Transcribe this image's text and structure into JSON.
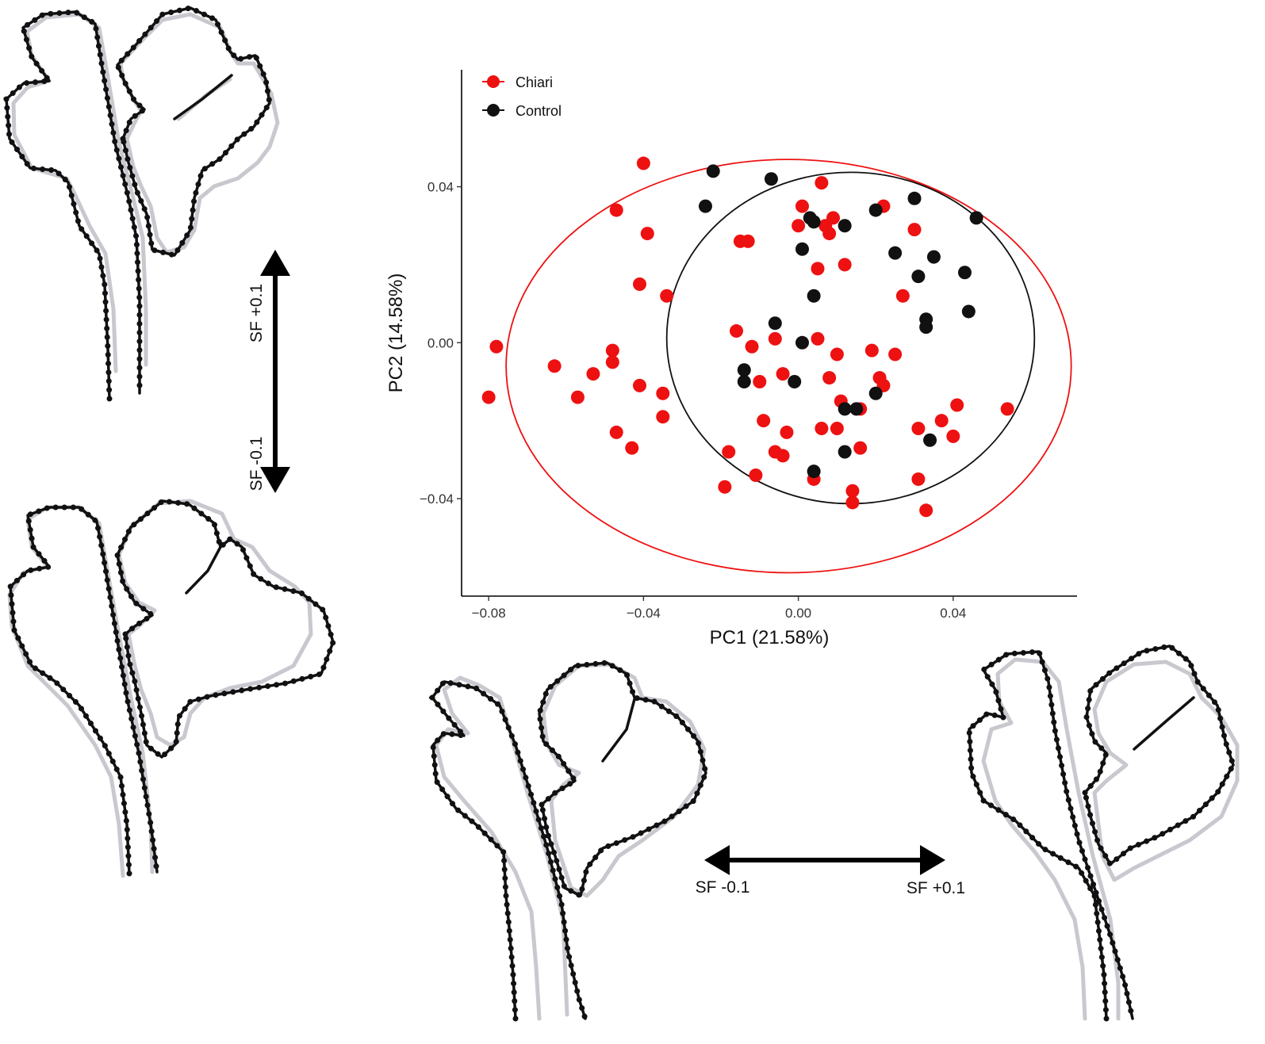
{
  "chart_data": {
    "type": "scatter",
    "xlabel": "PC1 (21.58%)",
    "ylabel": "PC2 (14.58%)",
    "xlim": [
      -0.087,
      0.072
    ],
    "ylim": [
      -0.065,
      0.07
    ],
    "xticks": [
      -0.08,
      -0.04,
      0.0,
      0.04
    ],
    "xtick_labels": [
      "−0.08",
      "−0.04",
      "0.00",
      "0.04"
    ],
    "yticks": [
      -0.04,
      0.0,
      0.04
    ],
    "ytick_labels": [
      "−0.04",
      "0.00",
      "0.04"
    ],
    "grid": false,
    "legend_position": "top-left",
    "series": [
      {
        "name": "Chiari",
        "color": "#ee1111",
        "ellipse": {
          "cx": -0.0025,
          "cy": -0.006,
          "rx": 0.073,
          "ry": 0.053
        },
        "points": [
          [
            -0.04,
            0.046
          ],
          [
            0.006,
            0.041
          ],
          [
            -0.047,
            0.034
          ],
          [
            0.001,
            0.035
          ],
          [
            0.009,
            0.032
          ],
          [
            0.022,
            0.035
          ],
          [
            -0.039,
            0.028
          ],
          [
            0.0,
            0.03
          ],
          [
            0.007,
            0.03
          ],
          [
            0.008,
            0.028
          ],
          [
            0.03,
            0.029
          ],
          [
            -0.015,
            0.026
          ],
          [
            -0.013,
            0.026
          ],
          [
            0.012,
            0.02
          ],
          [
            0.005,
            0.019
          ],
          [
            -0.041,
            0.015
          ],
          [
            -0.034,
            0.012
          ],
          [
            0.027,
            0.012
          ],
          [
            -0.016,
            0.003
          ],
          [
            -0.006,
            0.001
          ],
          [
            0.005,
            0.001
          ],
          [
            -0.012,
            -0.001
          ],
          [
            -0.078,
            -0.001
          ],
          [
            -0.048,
            -0.002
          ],
          [
            0.01,
            -0.003
          ],
          [
            0.019,
            -0.002
          ],
          [
            0.025,
            -0.003
          ],
          [
            -0.063,
            -0.006
          ],
          [
            -0.048,
            -0.005
          ],
          [
            -0.053,
            -0.008
          ],
          [
            -0.004,
            -0.008
          ],
          [
            0.008,
            -0.009
          ],
          [
            0.021,
            -0.009
          ],
          [
            0.022,
            -0.011
          ],
          [
            -0.01,
            -0.01
          ],
          [
            -0.041,
            -0.011
          ],
          [
            -0.057,
            -0.014
          ],
          [
            -0.035,
            -0.013
          ],
          [
            -0.08,
            -0.014
          ],
          [
            0.011,
            -0.015
          ],
          [
            0.016,
            -0.017
          ],
          [
            0.054,
            -0.017
          ],
          [
            0.041,
            -0.016
          ],
          [
            -0.035,
            -0.019
          ],
          [
            -0.009,
            -0.02
          ],
          [
            0.006,
            -0.022
          ],
          [
            0.01,
            -0.022
          ],
          [
            0.031,
            -0.022
          ],
          [
            0.037,
            -0.02
          ],
          [
            -0.047,
            -0.023
          ],
          [
            -0.003,
            -0.023
          ],
          [
            0.04,
            -0.024
          ],
          [
            -0.043,
            -0.027
          ],
          [
            -0.018,
            -0.028
          ],
          [
            -0.006,
            -0.028
          ],
          [
            0.016,
            -0.027
          ],
          [
            -0.004,
            -0.029
          ],
          [
            -0.011,
            -0.034
          ],
          [
            0.004,
            -0.035
          ],
          [
            0.031,
            -0.035
          ],
          [
            -0.019,
            -0.037
          ],
          [
            0.014,
            -0.038
          ],
          [
            0.014,
            -0.041
          ],
          [
            0.033,
            -0.043
          ]
        ]
      },
      {
        "name": "Control",
        "color": "#111111",
        "ellipse": {
          "cx": 0.0135,
          "cy": 0.0012,
          "rx": 0.0475,
          "ry": 0.0425
        },
        "points": [
          [
            -0.022,
            0.044
          ],
          [
            -0.007,
            0.042
          ],
          [
            -0.024,
            0.035
          ],
          [
            0.003,
            0.032
          ],
          [
            0.004,
            0.031
          ],
          [
            0.012,
            0.03
          ],
          [
            0.02,
            0.034
          ],
          [
            0.03,
            0.037
          ],
          [
            0.046,
            0.032
          ],
          [
            0.001,
            0.024
          ],
          [
            0.025,
            0.023
          ],
          [
            0.035,
            0.022
          ],
          [
            0.031,
            0.017
          ],
          [
            0.043,
            0.018
          ],
          [
            0.004,
            0.012
          ],
          [
            -0.006,
            0.005
          ],
          [
            0.044,
            0.008
          ],
          [
            0.033,
            0.006
          ],
          [
            0.033,
            0.004
          ],
          [
            0.001,
            0.0
          ],
          [
            -0.014,
            -0.007
          ],
          [
            -0.014,
            -0.01
          ],
          [
            -0.001,
            -0.01
          ],
          [
            0.02,
            -0.013
          ],
          [
            0.012,
            -0.017
          ],
          [
            0.015,
            -0.017
          ],
          [
            0.034,
            -0.025
          ],
          [
            0.012,
            -0.028
          ],
          [
            0.004,
            -0.033
          ]
        ]
      }
    ],
    "annotations": [
      "SF +0.1",
      "SF -0.1",
      "SF -0.1",
      "SF +0.1"
    ]
  }
}
